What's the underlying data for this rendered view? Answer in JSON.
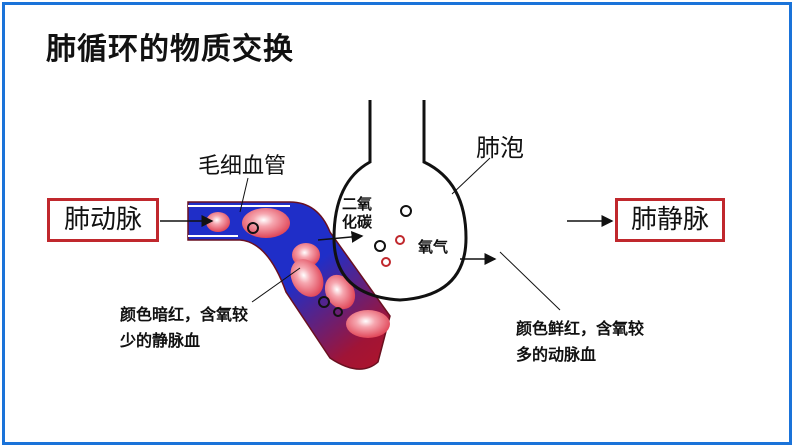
{
  "title": "肺循环的物质交换",
  "labels": {
    "capillary": "毛细血管",
    "alveolus": "肺泡",
    "pulmonary_artery": "肺动脉",
    "pulmonary_vein": "肺静脉",
    "co2_line1": "二氧",
    "co2_line2": "化碳",
    "oxygen": "氧气",
    "venous_line1": "颜色暗红，含氧较",
    "venous_line2": "少的静脉血",
    "arterial_line1": "颜色鲜红，含氧较",
    "arterial_line2": "多的动脉血"
  },
  "colors": {
    "frame": "#1a73d9",
    "box_border": "#c0282d",
    "vessel_blue": "#1f2ec8",
    "vessel_red": "#b0142a",
    "cell": "#e85a6a"
  }
}
